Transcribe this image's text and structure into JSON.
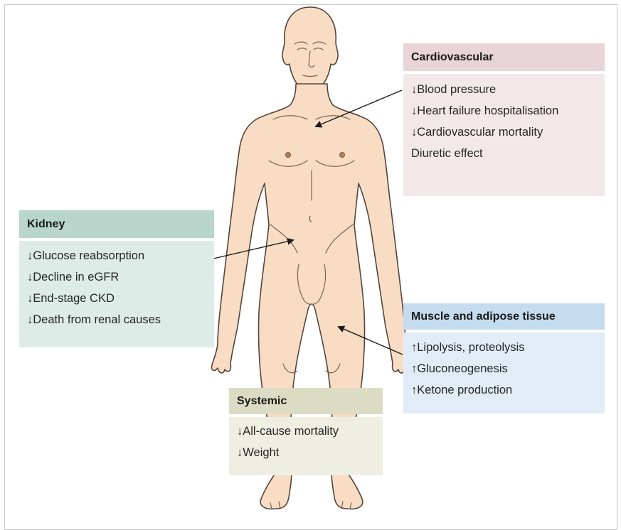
{
  "boxes": {
    "cardiovascular": {
      "title": "Cardiovascular",
      "items": [
        "↓Blood pressure",
        "↓Heart failure hospitalisation",
        "↓Cardiovascular mortality",
        "Diuretic effect"
      ]
    },
    "kidney": {
      "title": "Kidney",
      "items": [
        "↓Glucose reabsorption",
        "↓Decline in eGFR",
        "↓End-stage CKD",
        "↓Death from renal causes"
      ]
    },
    "muscle": {
      "title": "Muscle and adipose tissue",
      "items": [
        "↑Lipolysis, proteolysis",
        "↑Gluconeogenesis",
        "↑Ketone production"
      ]
    },
    "systemic": {
      "title": "Systemic",
      "items": [
        "↓All-cause mortality",
        "↓Weight"
      ]
    }
  },
  "colors": {
    "cardiovascular_header": "#e9d4d7",
    "cardiovascular_body": "#f3e8e9",
    "kidney_header": "#b8d6cb",
    "kidney_body": "#ddece6",
    "muscle_header": "#c5dcef",
    "muscle_body": "#e1ecf7",
    "systemic_header": "#dcdcc4",
    "systemic_body": "#eeeee3",
    "skin": "#f8dcc3",
    "skin_outline": "#55463c",
    "arrow": "#1a1a1a"
  }
}
